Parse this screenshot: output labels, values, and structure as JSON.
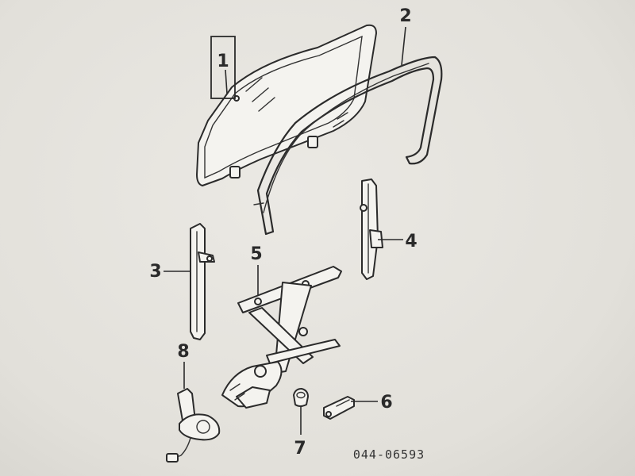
{
  "diagram": {
    "callouts": [
      {
        "id": "1",
        "label": "1"
      },
      {
        "id": "2",
        "label": "2"
      },
      {
        "id": "3",
        "label": "3"
      },
      {
        "id": "4",
        "label": "4"
      },
      {
        "id": "5",
        "label": "5"
      },
      {
        "id": "6",
        "label": "6"
      },
      {
        "id": "7",
        "label": "7"
      },
      {
        "id": "8",
        "label": "8"
      }
    ],
    "figure_code": "044-06593"
  }
}
